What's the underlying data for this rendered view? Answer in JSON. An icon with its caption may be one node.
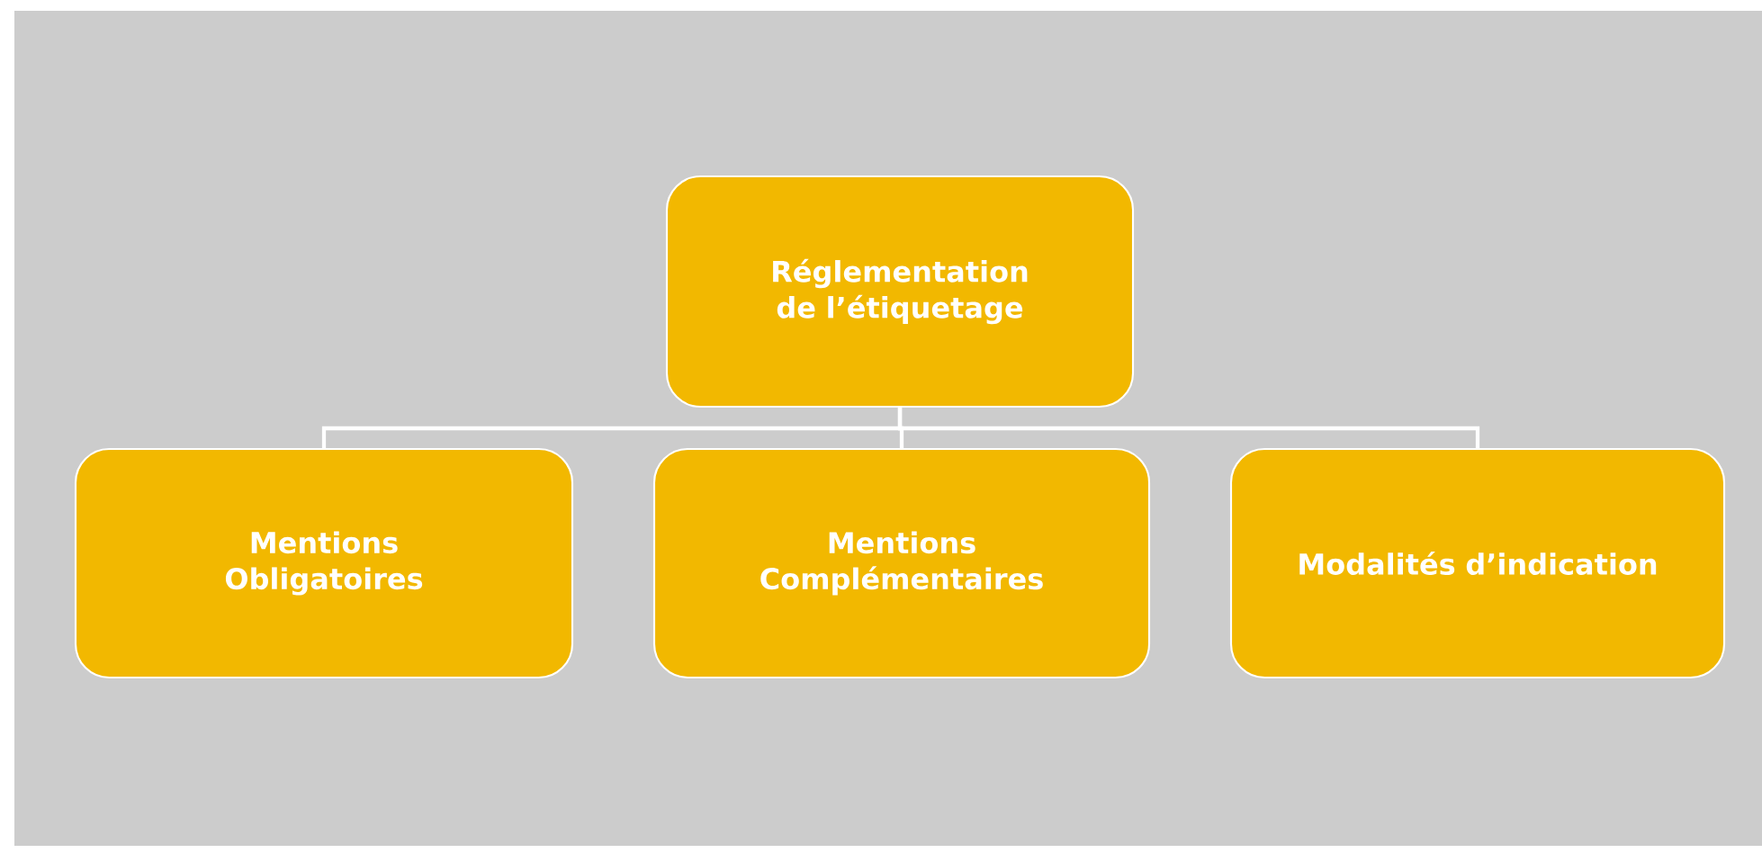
{
  "diagram": {
    "nodes": [
      {
        "text": [
          "Réglementation de l’étiquetage"
        ]
      },
      {
        "text": [
          "Mentions Obligatoires"
        ]
      },
      {
        "text": [
          "Mentions Complémentaires"
        ]
      },
      {
        "text": [
          "Modalités d’indication"
        ]
      }
    ],
    "edges": [
      {
        "from": 0,
        "to": 1,
        "arrow": "none"
      },
      {
        "from": 0,
        "to": 2,
        "arrow": "none"
      },
      {
        "from": 0,
        "to": 3,
        "arrow": "none"
      }
    ]
  }
}
